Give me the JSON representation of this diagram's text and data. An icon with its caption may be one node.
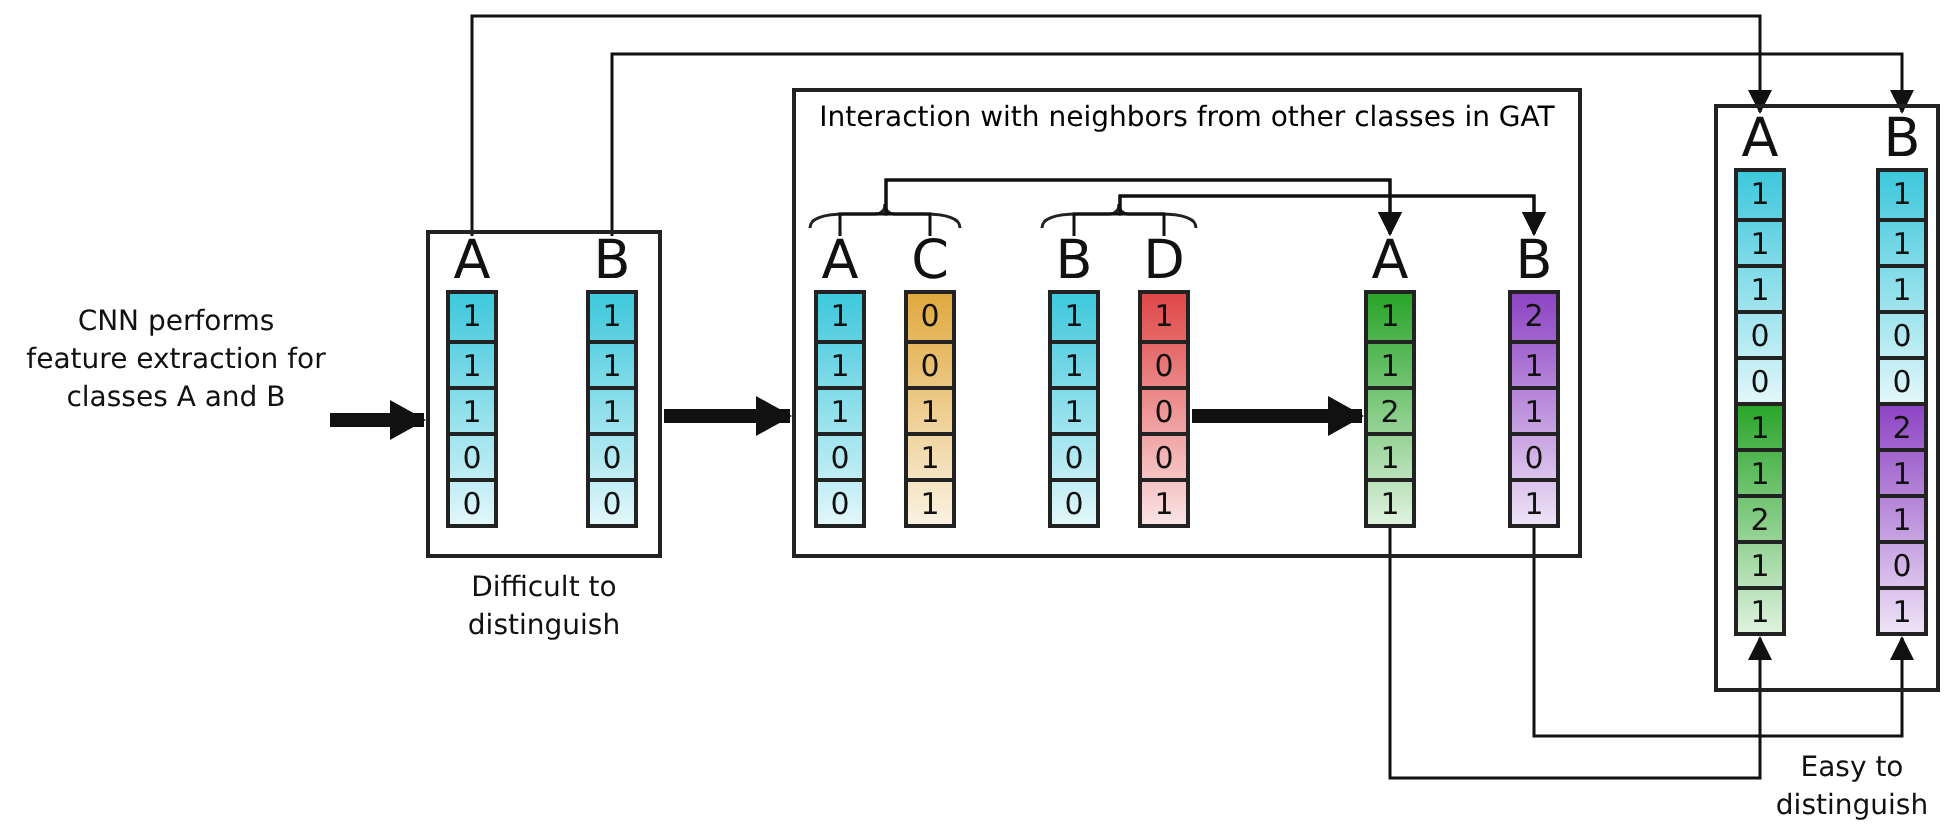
{
  "diagram": {
    "nodes": [
      {
        "text": [
          "CNN performs feature extraction for classes A and B"
        ]
      },
      {
        "text": [],
        "shape": "box",
        "beside": [
          "Difficult to distinguish"
        ]
      },
      {
        "text": [
          "A",
          "1",
          "1",
          "1",
          "0",
          "0"
        ],
        "in": 1
      },
      {
        "text": [
          "B",
          "1",
          "1",
          "1",
          "0",
          "0"
        ],
        "in": 1
      },
      {
        "text": [
          "Interaction with neighbors from other classes in GAT"
        ]
      },
      {
        "text": [
          "A",
          "1",
          "1",
          "1",
          "0",
          "0"
        ],
        "in": 4
      },
      {
        "text": [
          "C",
          "0",
          "0",
          "1",
          "1",
          "1"
        ],
        "in": 4
      },
      {
        "text": [
          "B",
          "1",
          "1",
          "1",
          "0",
          "0"
        ],
        "in": 4
      },
      {
        "text": [
          "D",
          "1",
          "0",
          "0",
          "0",
          "1"
        ],
        "in": 4
      },
      {
        "text": [
          "A",
          "1",
          "1",
          "2",
          "1",
          "1"
        ],
        "in": 4
      },
      {
        "text": [
          "B",
          "2",
          "1",
          "1",
          "0",
          "1"
        ],
        "in": 4
      },
      {
        "text": [],
        "shape": "box",
        "beside": [
          "Easy to distinguish"
        ]
      },
      {
        "text": [
          "A",
          "1",
          "1",
          "1",
          "0",
          "0",
          "1",
          "1",
          "2",
          "1",
          "1"
        ],
        "in": 11
      },
      {
        "text": [
          "B",
          "1",
          "1",
          "1",
          "0",
          "0",
          "2",
          "1",
          "1",
          "0",
          "1"
        ],
        "in": 11
      }
    ],
    "edges": [
      {
        "from": 0,
        "to": 1,
        "arrow": "to",
        "style": "thick"
      },
      {
        "from": 1,
        "to": 4,
        "arrow": "to",
        "style": "thick"
      },
      {
        "from": 8,
        "to": 9,
        "arrow": "to",
        "style": "thick"
      },
      {
        "from": 5,
        "to": 9,
        "arrow": "to"
      },
      {
        "from": 6,
        "to": 9,
        "arrow": "to"
      },
      {
        "from": 7,
        "to": 10,
        "arrow": "to"
      },
      {
        "from": 8,
        "to": 10,
        "arrow": "to"
      },
      {
        "from": 2,
        "to": 12,
        "arrow": "to"
      },
      {
        "from": 3,
        "to": 13,
        "arrow": "to"
      },
      {
        "from": 9,
        "to": 12,
        "arrow": "to"
      },
      {
        "from": 10,
        "to": 13,
        "arrow": "to"
      }
    ]
  }
}
